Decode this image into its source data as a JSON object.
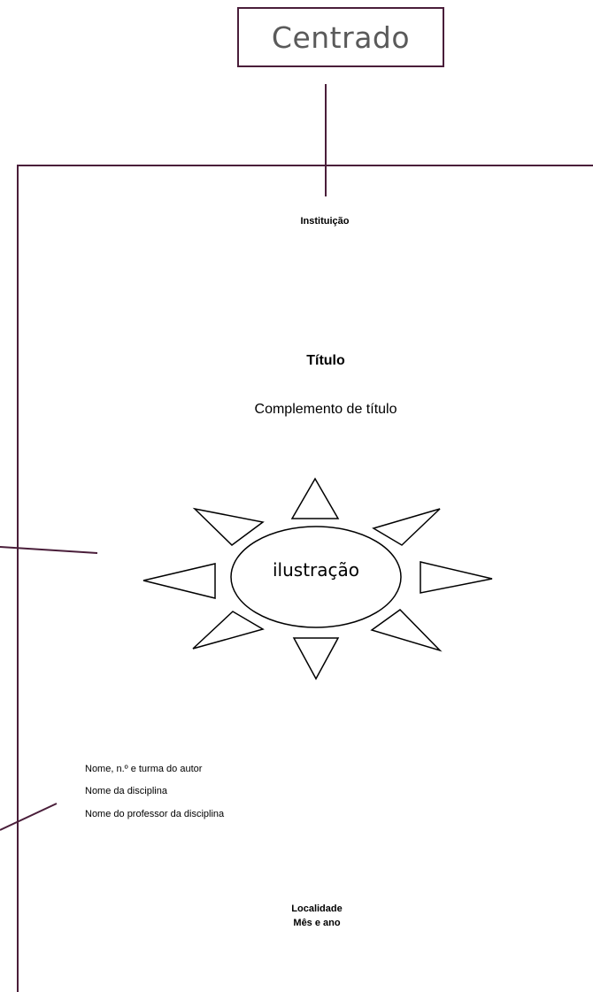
{
  "callout": {
    "label": "Centrado"
  },
  "page": {
    "institution": "Instituição",
    "title": "Título",
    "subtitle": "Complemento de título",
    "illustration_label": "ilustração",
    "author_lines": [
      "Nome, n.º e turma do autor",
      "Nome da disciplina",
      "Nome do professor da disciplina"
    ],
    "location": "Localidade",
    "date": "Mês e ano"
  },
  "colors": {
    "callout_line": "#4a1e3a",
    "callout_text": "#5a5a5a",
    "drawing": "#000000"
  }
}
